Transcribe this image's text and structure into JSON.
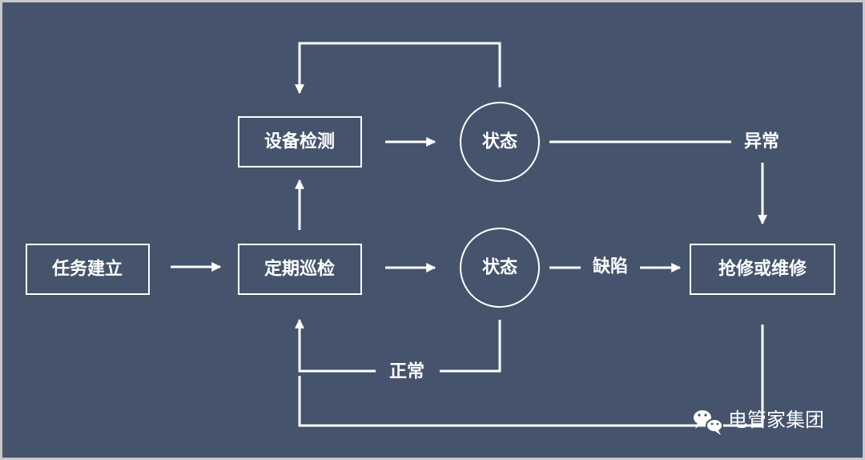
{
  "diagram": {
    "nodes": {
      "task_create": "任务建立",
      "periodic_inspection": "定期巡检",
      "device_detection": "设备检测",
      "status_top": "状态",
      "status_bottom": "状态",
      "repair": "抢修或维修"
    },
    "edges": {
      "abnormal": "异常",
      "defect": "缺陷",
      "normal": "正常"
    }
  },
  "watermark": {
    "text": "电管家集团",
    "icon": "wechat-icon"
  },
  "colors": {
    "background": "#45546c",
    "frame": "#c8c8c8",
    "stroke": "#ffffff"
  }
}
